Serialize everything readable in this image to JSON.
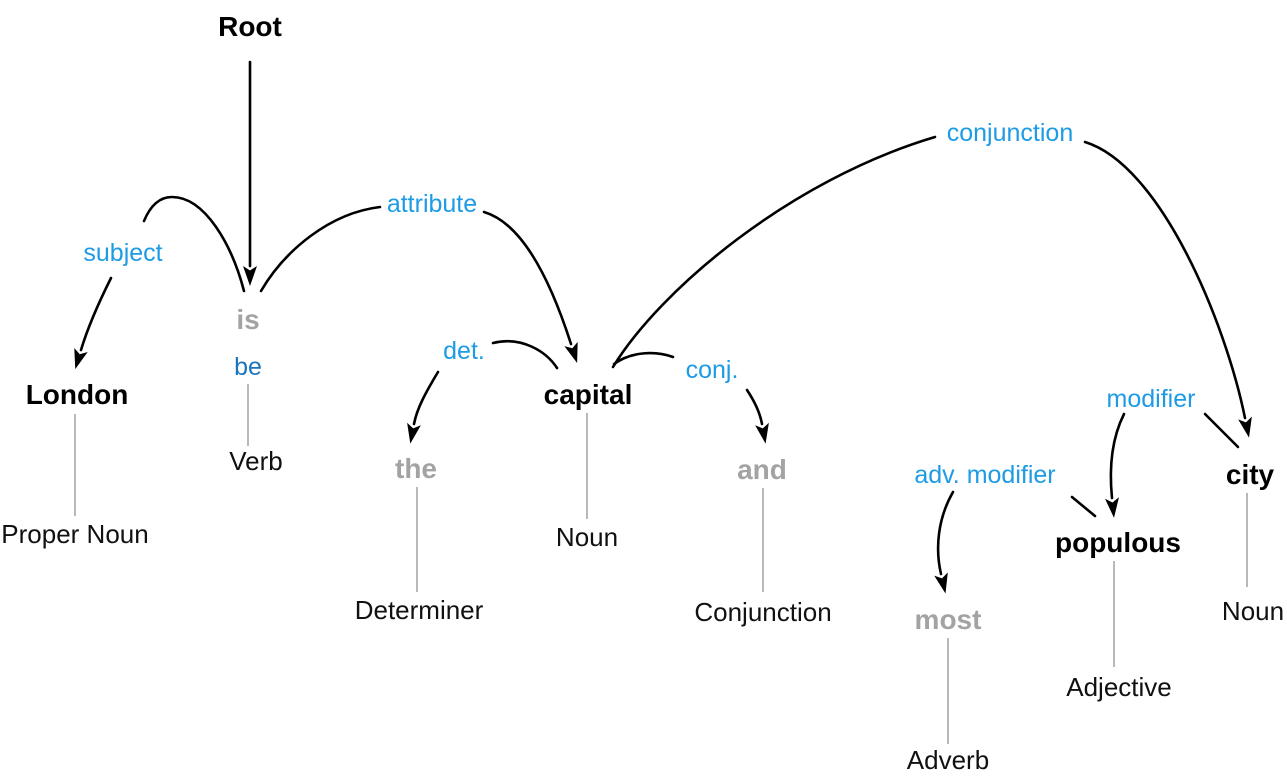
{
  "diagram": {
    "type": "dependency-parse-tree",
    "root_label": "Root",
    "colors": {
      "relation": "#1d9be4",
      "lemma": "#1b75bc",
      "function-word": "#a3a3a3",
      "content-word": "#000000",
      "pos": "#111111",
      "connector": "#b9b9b9",
      "arrow": "#000000",
      "background": "#ffffff"
    },
    "tokens": [
      {
        "word": "London",
        "pos": "Proper Noun",
        "style": "content"
      },
      {
        "word": "is",
        "lemma": "be",
        "pos": "Verb",
        "style": "function"
      },
      {
        "word": "the",
        "pos": "Determiner",
        "style": "function"
      },
      {
        "word": "capital",
        "pos": "Noun",
        "style": "content"
      },
      {
        "word": "and",
        "pos": "Conjunction",
        "style": "function"
      },
      {
        "word": "most",
        "pos": "Adverb",
        "style": "function"
      },
      {
        "word": "populous",
        "pos": "Adjective",
        "style": "content"
      },
      {
        "word": "city",
        "pos": "Noun",
        "style": "content"
      }
    ],
    "relations": [
      {
        "label": "subject",
        "head": "is",
        "dependent": "London"
      },
      {
        "label": "attribute",
        "head": "is",
        "dependent": "capital"
      },
      {
        "label": "det.",
        "head": "capital",
        "dependent": "the"
      },
      {
        "label": "conj.",
        "head": "capital",
        "dependent": "and"
      },
      {
        "label": "conjunction",
        "head": "capital",
        "dependent": "city"
      },
      {
        "label": "modifier",
        "head": "city",
        "dependent": "populous"
      },
      {
        "label": "adv. modifier",
        "head": "populous",
        "dependent": "most"
      }
    ]
  }
}
